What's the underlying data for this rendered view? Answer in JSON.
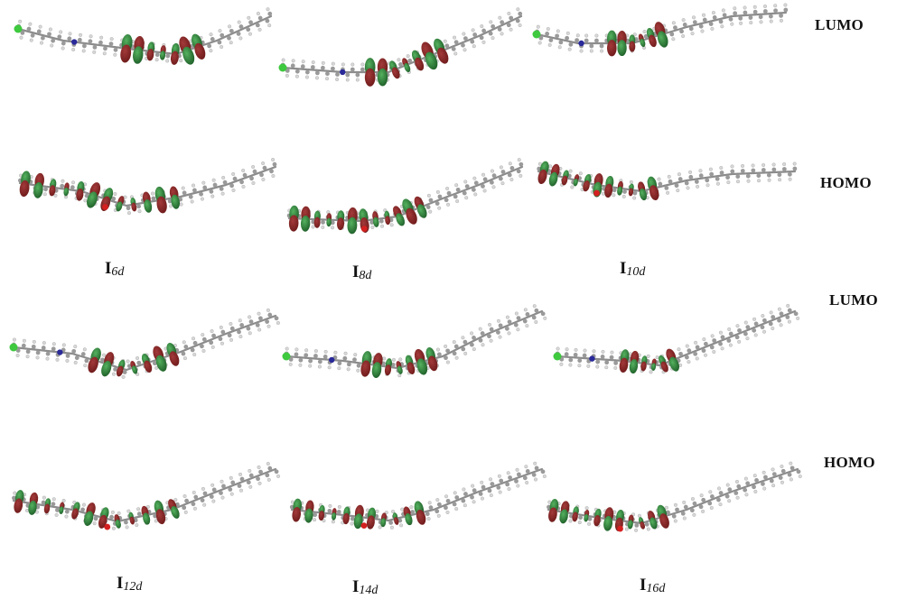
{
  "orbital_labels": [
    {
      "id": "lumo1",
      "text": "LUMO"
    },
    {
      "id": "homo1",
      "text": "HOMO"
    },
    {
      "id": "lumo2",
      "text": "LUMO"
    },
    {
      "id": "homo2",
      "text": "HOMO"
    }
  ],
  "compounds": [
    {
      "base": "I",
      "sub": "6d"
    },
    {
      "base": "I",
      "sub": "8d"
    },
    {
      "base": "I",
      "sub": "10d"
    },
    {
      "base": "I",
      "sub": "12d"
    },
    {
      "base": "I",
      "sub": "14d"
    },
    {
      "base": "I",
      "sub": "16d"
    }
  ],
  "colors": {
    "lobe_red": "#6e1a1a",
    "lobe_green": "#2f8a3a",
    "atom_carbon": "#9a9a9a",
    "atom_hydrogen": "#d8d8d8",
    "atom_chlorine": "#3ec93e",
    "atom_nitrogen": "#2a2a9a",
    "atom_oxygen": "#d42020",
    "bond": "#8c8c8c"
  }
}
